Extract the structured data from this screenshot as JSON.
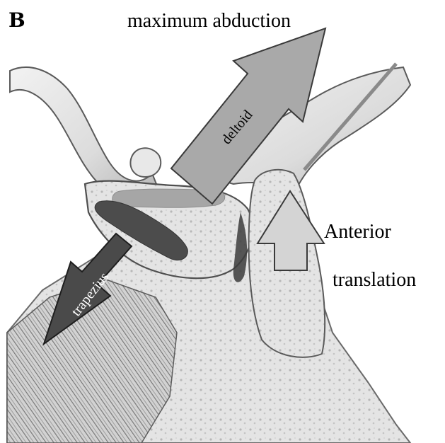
{
  "panel": {
    "letter": "B"
  },
  "labels": {
    "top": "maximum abduction",
    "deltoid": "deltoid",
    "trapezius": "trapezius",
    "anterior": "Anterior",
    "translation": "translation"
  },
  "colors": {
    "background": "#ffffff",
    "bone_fill": "#e6e6e6",
    "bone_shadow": "#9a9a9a",
    "bone_outline": "#5a5a5a",
    "deltoid_arrow": "#a8a8a8",
    "trapezius_arrow": "#4a4a4a",
    "translation_arrow": "#d4d4d4",
    "light_stripe": "#aaaaaa",
    "dark_stripe": "#555555",
    "axis_line": "#8a8a8a"
  }
}
